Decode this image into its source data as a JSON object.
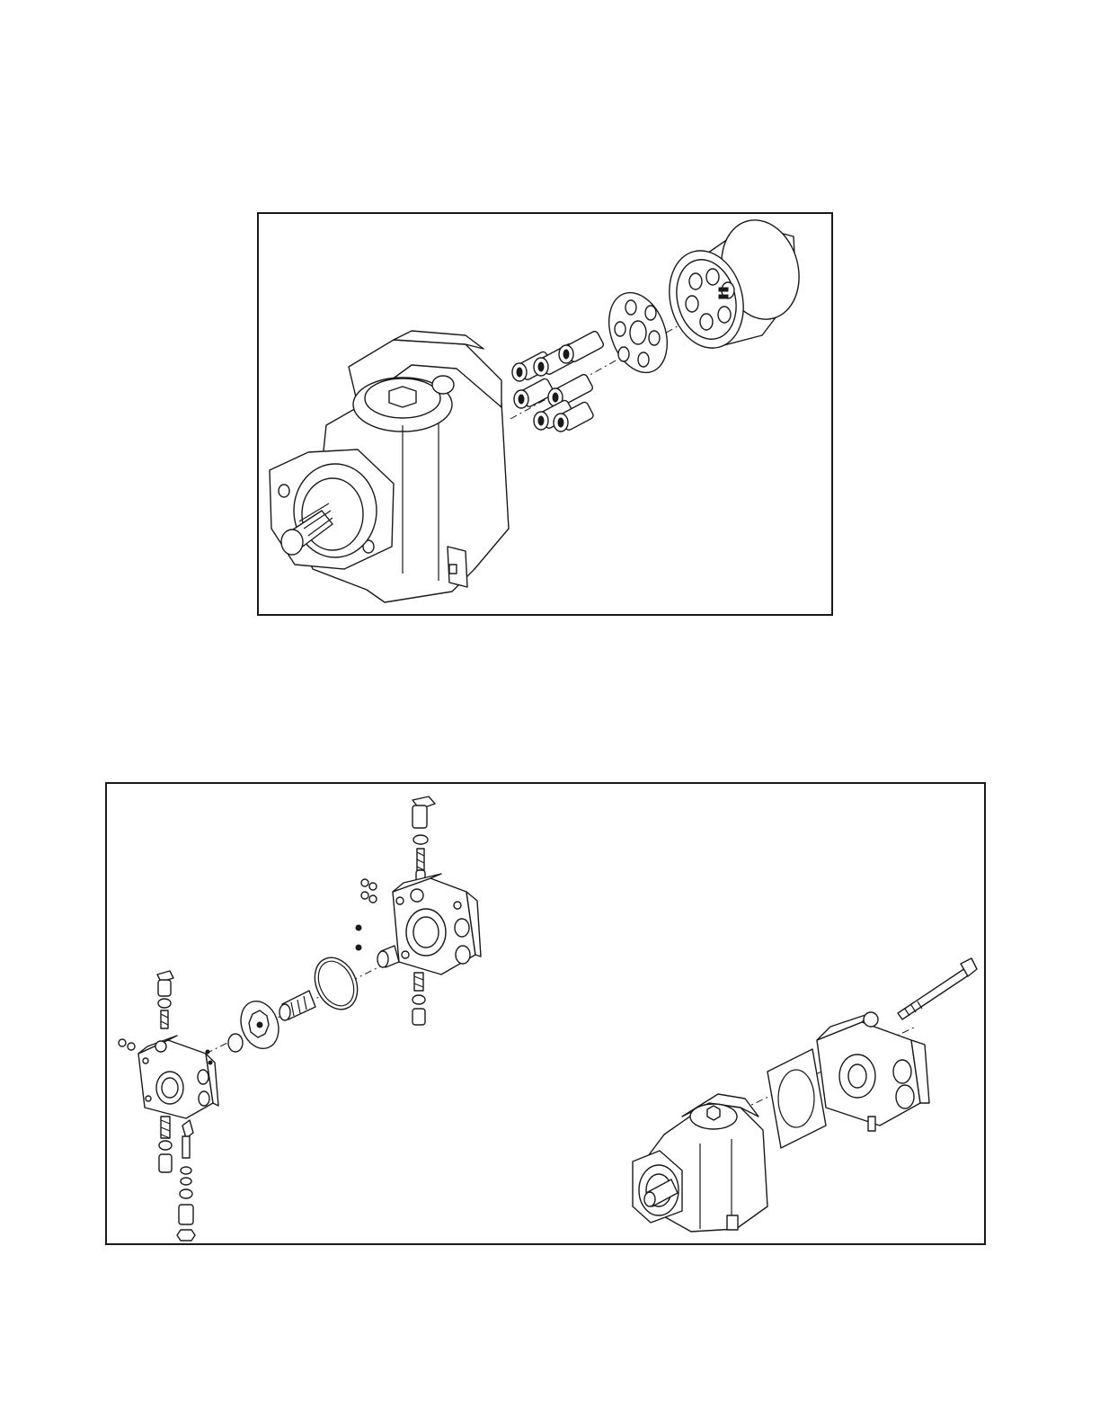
{
  "figures": [
    {
      "id": "figure-1",
      "content": "exploded-pump-rotating-group",
      "parts": [
        "pump-housing",
        "drive-shaft",
        "pistons",
        "retainer-plate",
        "cylinder-barrel"
      ]
    },
    {
      "id": "figure-2",
      "content": "exploded-pump-end-covers",
      "parts": [
        "rear-cover",
        "front-cover",
        "gear-pump-rotor",
        "coupler",
        "o-ring",
        "gasket",
        "pump-housing",
        "through-bolt",
        "relief-valves"
      ]
    }
  ],
  "colors": {
    "line": "#1a1a1a",
    "background": "#ffffff"
  }
}
